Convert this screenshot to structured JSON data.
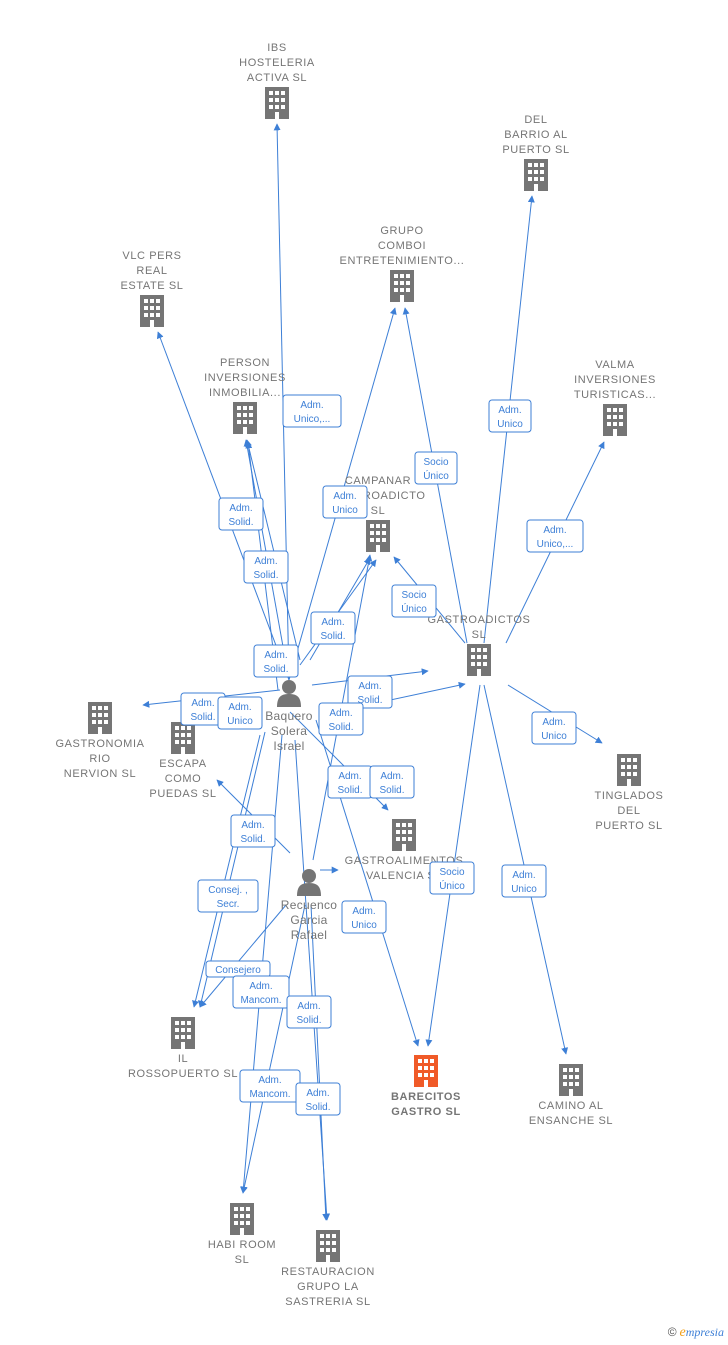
{
  "colors": {
    "edge": "#3d7fd6",
    "building": "#757575",
    "building_target": "#f05a28",
    "person": "#757575"
  },
  "nodes": [
    {
      "id": "ibs",
      "type": "company",
      "label": [
        "IBS",
        "HOSTELERIA",
        "ACTIVA SL"
      ],
      "label_pos": "above"
    },
    {
      "id": "delbarrio",
      "type": "company",
      "label": [
        "DEL",
        "BARRIO AL",
        "PUERTO SL"
      ],
      "label_pos": "above"
    },
    {
      "id": "grupocomboi",
      "type": "company",
      "label": [
        "GRUPO",
        "COMBOI",
        "ENTRETENIMIENTO..."
      ],
      "label_pos": "above"
    },
    {
      "id": "vlcpers",
      "type": "company",
      "label": [
        "VLC PERS",
        "REAL",
        "ESTATE SL"
      ],
      "label_pos": "above"
    },
    {
      "id": "person",
      "type": "company",
      "label": [
        "PERSON",
        "INVERSIONES",
        "INMOBILIA..."
      ],
      "label_pos": "above"
    },
    {
      "id": "valma",
      "type": "company",
      "label": [
        "VALMA",
        "INVERSIONES",
        "TURISTICAS..."
      ],
      "label_pos": "above"
    },
    {
      "id": "campanar",
      "type": "company",
      "label": [
        "CAMPANAR",
        "GASTROADICTO",
        "SL"
      ],
      "label_pos": "above"
    },
    {
      "id": "gastroadictos",
      "type": "company",
      "label": [
        "GASTROADICTOS",
        "SL"
      ],
      "label_pos": "above"
    },
    {
      "id": "baquero",
      "type": "person",
      "label": [
        "Baquero",
        "Solera",
        "Israel"
      ],
      "label_pos": "below"
    },
    {
      "id": "gastronomia",
      "type": "company",
      "label": [
        "GASTRONOMIA",
        "RIO",
        "NERVION SL"
      ],
      "label_pos": "below"
    },
    {
      "id": "escapa",
      "type": "company",
      "label": [
        "ESCAPA",
        "COMO",
        "PUEDAS SL"
      ],
      "label_pos": "below"
    },
    {
      "id": "tinglados",
      "type": "company",
      "label": [
        "TINGLADOS",
        "DEL",
        "PUERTO SL"
      ],
      "label_pos": "below"
    },
    {
      "id": "gastroalimentos",
      "type": "company",
      "label": [
        "GASTROALIMENTOS",
        "VALENCIA SL"
      ],
      "label_pos": "below"
    },
    {
      "id": "recuenco",
      "type": "person",
      "label": [
        "Recuenco",
        "Garcia",
        "Rafael"
      ],
      "label_pos": "below"
    },
    {
      "id": "ilrosso",
      "type": "company",
      "label": [
        "IL",
        "ROSSOPUERTO SL"
      ],
      "label_pos": "below"
    },
    {
      "id": "barecitos",
      "type": "company",
      "target": true,
      "label": [
        "BARECITOS",
        "GASTRO SL"
      ],
      "label_pos": "below"
    },
    {
      "id": "camino",
      "type": "company",
      "label": [
        "CAMINO AL",
        "ENSANCHE SL"
      ],
      "label_pos": "below"
    },
    {
      "id": "habiroom",
      "type": "company",
      "label": [
        "HABI ROOM",
        "SL"
      ],
      "label_pos": "below"
    },
    {
      "id": "restauracion",
      "type": "company",
      "label": [
        "RESTAURACION",
        "GRUPO LA",
        "SASTRERIA SL"
      ],
      "label_pos": "below"
    }
  ],
  "roles": [
    [
      "Adm.",
      "Unico,..."
    ],
    [
      "Adm.",
      "Solid."
    ],
    [
      "Adm.",
      "Unico"
    ],
    [
      "Socio",
      "Único"
    ],
    [
      "Adm.",
      "Unico"
    ],
    [
      "Adm.",
      "Solid."
    ],
    [
      "Adm.",
      "Solid."
    ],
    [
      "Socio",
      "Único"
    ],
    [
      "Adm.",
      "Solid."
    ],
    [
      "Adm.",
      "Unico,..."
    ],
    [
      "Adm.",
      "Solid."
    ],
    [
      "Adm.",
      "Unico"
    ],
    [
      "Adm.",
      "Solid."
    ],
    [
      "Adm.",
      "Solid."
    ],
    [
      "Adm.",
      "Unico"
    ],
    [
      "Adm.",
      "Solid."
    ],
    [
      "Adm.",
      "Solid."
    ],
    [
      "Adm.",
      "Solid."
    ],
    [
      "Socio",
      "Único"
    ],
    [
      "Adm.",
      "Unico"
    ],
    [
      "Consej. ,",
      "Secr."
    ],
    [
      "Adm.",
      "Unico"
    ],
    [
      "Consejero"
    ],
    [
      "Adm.",
      "Mancom."
    ],
    [
      "Adm.",
      "Solid."
    ],
    [
      "Adm.",
      "Mancom."
    ],
    [
      "Adm.",
      "Solid."
    ]
  ],
  "brand": {
    "copyright": "©",
    "name_first": "e",
    "name_rest": "mpresia"
  }
}
